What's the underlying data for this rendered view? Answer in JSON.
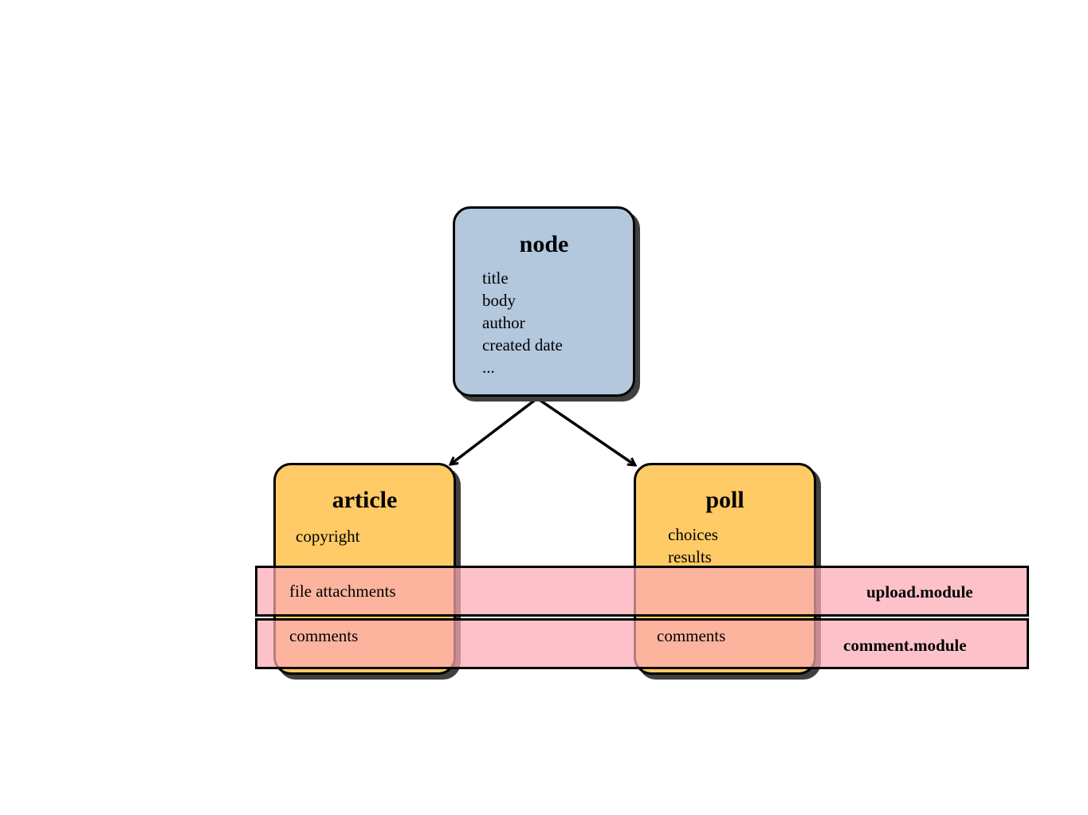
{
  "colors": {
    "node_fill": "#b3c7dd",
    "subtype_fill": "#fecb66",
    "module_band_fill": "#fcc2c5",
    "overlap_fill": "#fea267",
    "stroke": "#000000",
    "shadow": "#404040"
  },
  "node": {
    "title": "node",
    "fields": [
      "title",
      "body",
      "author",
      "created date",
      "..."
    ]
  },
  "article": {
    "title": "article",
    "fields": [
      "copyright"
    ]
  },
  "poll": {
    "title": "poll",
    "fields": [
      "choices",
      "results"
    ]
  },
  "upload_band": {
    "label": "upload.module",
    "article_text": "file attachments",
    "poll_text": ""
  },
  "comment_band": {
    "label": "comment.module",
    "article_text": "comments",
    "poll_text": "comments"
  }
}
